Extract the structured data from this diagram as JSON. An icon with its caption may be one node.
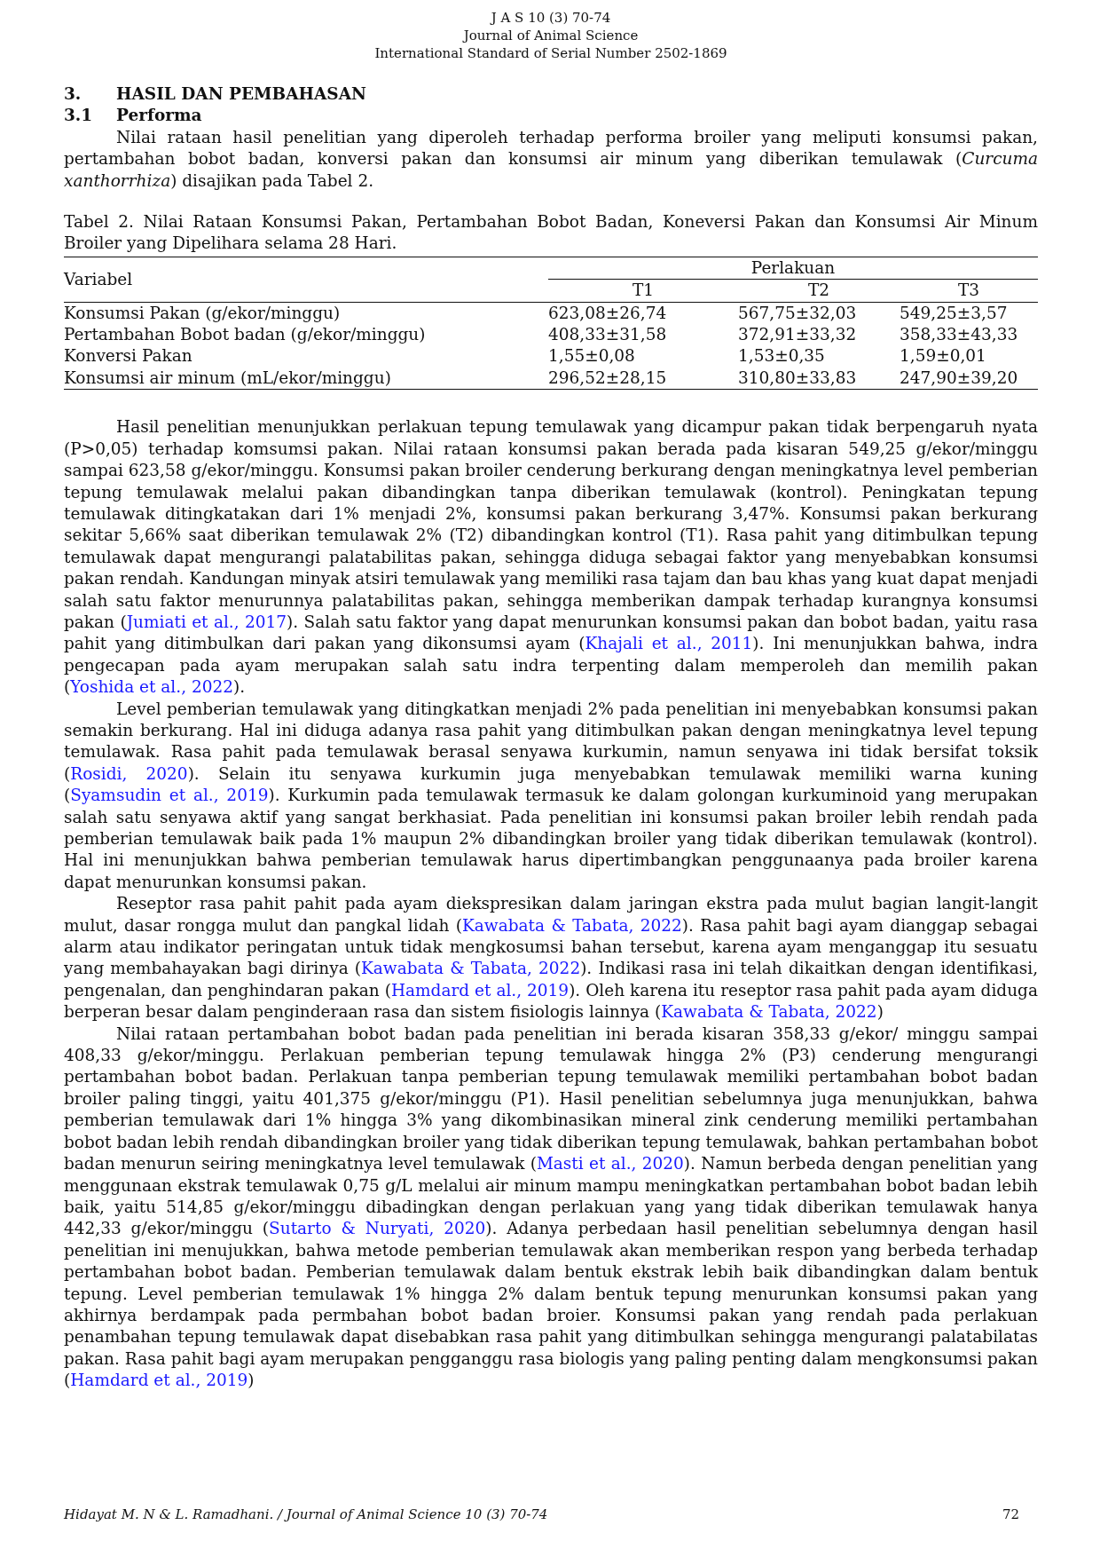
{
  "diagram": {
    "title": "HASIL DAN PEMBAHASAN",
    "caption": "Tabel 2. Nilai Rataan Konsumsi Pakan, Pertambahan Bobot Badan, Koneversi Pakan dan Konsumsi Air Minum Broiler yang Dipelihara selama 28 Hari.",
    "labels": [
      "J A S 10 (3) 70-74",
      "Journal of Animal Science",
      "International Standard of Serial Number 2502-1869",
      "3.",
      "3.1",
      "Performa",
      "Nilai rataan hasil penelitian yang diperoleh terhadap performa broiler yang meliputi konsumsi pakan, pertambahan bobot badan, konversi pakan dan konsumsi air minum yang diberikan temulawak (*Curcuma xanthorrhiza*) disajikan pada Tabel 2.",
      "Variabel",
      "Perlakuan",
      "T1",
      "T2",
      "T3",
      "Konsumsi Pakan (g/ekor/minggu)",
      "623,08±26,74",
      "567,75±32,03",
      "549,25±3,57",
      "Pertambahan Bobot badan (g/ekor/minggu)",
      "408,33±31,58",
      "372,91±33,32",
      "358,33±43,33",
      "Konversi Pakan",
      "1,55±0,08",
      "1,53±0,35",
      "1,59±0,01",
      "Konsumsi air minum (mL/ekor/minggu)",
      "296,52±28,15",
      "310,80±33,83",
      "247,90±39,20",
      "Hasil penelitian menunjukkan perlakuan tepung temulawak yang dicampur pakan tidak berpengaruh nyata (P>0,05) terhadap komsumsi pakan. Nilai rataan konsumsi pakan berada pada kisaran 549,25 g/ekor/minggu sampai 623,58 g/ekor/minggu. Konsumsi pakan broiler cenderung berkurang dengan meningkatnya level pemberian tepung temulawak melalui pakan dibandingkan tanpa diberikan temulawak (kontrol). Peningkatan tepung temulawak ditingkatakan dari 1% menjadi 2%, konsumsi pakan berkurang 3,47%. Konsumsi pakan berkurang sekitar 5,66% saat diberikan temulawak 2% (T2) dibandingkan kontrol (T1). Rasa pahit yang ditimbulkan tepung temulawak dapat mengurangi palatabilitas pakan, sehingga diduga sebagai faktor yang menyebabkan konsumsi pakan rendah. Kandungan minyak atsiri temulawak yang memiliki rasa tajam dan bau khas yang kuat dapat menjadi salah satu faktor menurunnya palatabilitas pakan, sehingga memberikan dampak terhadap kurangnya konsumsi pakan (Jumiati et al., 2017). Salah satu faktor yang dapat menurunkan konsumsi pakan dan bobot badan, yaitu rasa pahit yang ditimbulkan dari pakan yang dikonsumsi ayam (Khajali et al., 2011). Ini menunjukkan bahwa, indra pengecapan pada ayam merupakan salah satu indra terpenting dalam memperoleh dan memilih pakan (Yoshida et al., 2022).",
      "Level pemberian temulawak yang ditingkatkan menjadi 2% pada penelitian ini menyebabkan konsumsi pakan semakin berkurang. Hal ini diduga adanya rasa pahit yang ditimbulkan pakan dengan meningkatnya level tepung temulawak. Rasa pahit pada temulawak berasal senyawa kurkumin, namun senyawa ini tidak bersifat toksik (Rosidi, 2020). Selain itu senyawa kurkumin juga menyebabkan temulawak memiliki warna kuning (Syamsudin et al., 2019). Kurkumin pada temulawak termasuk ke dalam golongan kurkuminoid yang merupakan salah satu senyawa aktif yang sangat berkhasiat. Pada penelitian ini konsumsi pakan broiler lebih rendah pada pemberian temulawak baik pada 1% maupun 2% dibandingkan broiler yang tidak diberikan temulawak (kontrol). Hal ini menunjukkan bahwa pemberian temulawak harus dipertimbangkan penggunaanya pada broiler karena dapat menurunkan konsumsi pakan.",
      "Reseptor rasa pahit pahit pada ayam diekspresikan dalam jaringan ekstra pada mulut bagian langit-langit mulut, dasar rongga mulut dan pangkal lidah (Kawabata & Tabata, 2022). Rasa pahit bagi ayam dianggap sebagai alarm atau indikator peringatan untuk tidak mengkosumsi bahan tersebut, karena ayam menganggap itu sesuatu yang membahayakan bagi dirinya (Kawabata & Tabata, 2022). Indikasi rasa ini telah dikaitkan dengan identifikasi, pengenalan, dan penghindaran pakan (Hamdard et al., 2019). Oleh karena itu reseptor rasa pahit pada ayam diduga berperan besar dalam penginderaan rasa dan sistem fisiologis lainnya (Kawabata & Tabata, 2022)",
      "Nilai rataan pertambahan bobot badan pada penelitian ini berada kisaran 358,33 g/ekor/ minggu sampai 408,33 g/ekor/minggu. Perlakuan pemberian tepung temulawak hingga 2% (P3) cenderung mengurangi pertambahan bobot badan. Perlakuan tanpa pemberian tepung temulawak memiliki pertambahan bobot badan broiler paling tinggi, yaitu 401,375 g/ekor/minggu (P1). Hasil penelitian sebelumnya juga menunjukkan, bahwa pemberian temulawak dari 1% hingga 3% yang dikombinasikan mineral zink cenderung memiliki pertambahan bobot badan lebih rendah dibandingkan broiler yang tidak diberikan tepung temulawak, bahkan pertambahan bobot badan menurun seiring meningkatnya level temulawak (Masti et al., 2020). Namun berbeda dengan penelitian yang menggunaan ekstrak temulawak 0,75 g/L melalui air minum mampu meningkatkan pertambahan bobot badan lebih baik, yaitu 514,85 g/ekor/minggu dibadingkan dengan perlakuan yang yang tidak diberikan temulawak hanya 442,33 g/ekor/minggu (Sutarto & Nuryati, 2020). Adanya perbedaan hasil penelitian sebelumnya dengan hasil penelitian ini menujukkan, bahwa metode pemberian temulawak akan memberikan respon yang berbeda terhadap pertambahan bobot badan. Pemberian temulawak dalam bentuk ekstrak lebih baik dibandingkan dalam bentuk tepung. Level pemberian temulawak 1% hingga 2% dalam bentuk tepung menurunkan konsumsi pakan yang akhirnya berdampak pada permbahan bobot badan broier. Konsumsi pakan yang rendah pada perlakuan penambahan tepung temulawak dapat disebabkan rasa pahit yang ditimbulkan sehingga mengurangi palatabilatas pakan. Rasa pahit bagi ayam merupakan pengganggu rasa biologis yang paling penting dalam mengkonsumsi pakan (Hamdard et al., 2019)",
      "Hidayat M. N & L. Ramadhani. / Journal of Animal Science 10 (3) 70-74",
      "72"
    ]
  }
}
